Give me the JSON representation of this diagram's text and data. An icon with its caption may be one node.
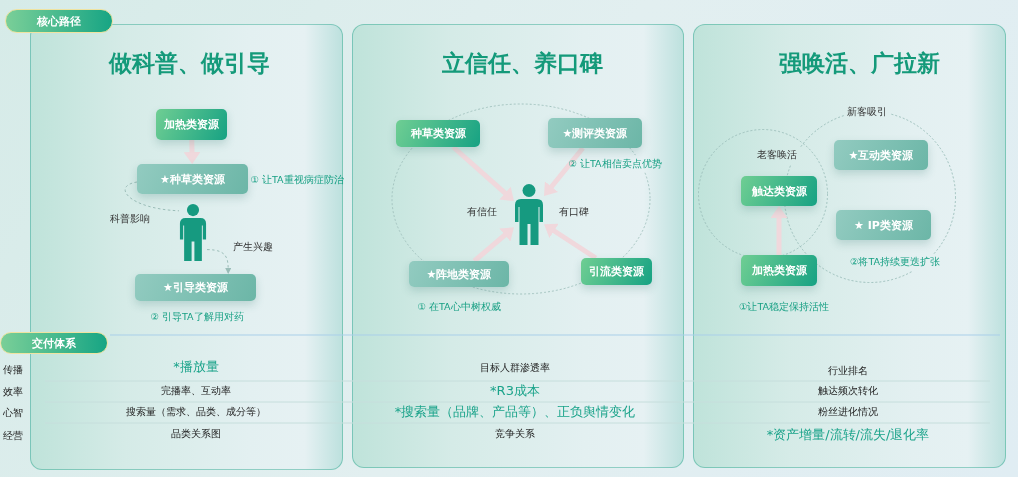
{
  "diagram": {
    "nodes": [
      {
        "text": [
          "核心路径"
        ]
      },
      {
        "text": [
          "做科普、做引导"
        ]
      },
      {
        "text": [
          "加热类资源"
        ],
        "in": 1
      },
      {
        "text": [
          "★种草类资源"
        ],
        "in": 1,
        "beside": [
          "① 让TA重视病症防治"
        ]
      },
      {
        "text": [],
        "shape": "person",
        "in": 1
      },
      {
        "text": [
          "★引导类资源"
        ],
        "in": 1,
        "beside": [
          "② 引导TA了解用对药"
        ]
      },
      {
        "text": [
          "立信任、养口碑"
        ]
      },
      {
        "text": [
          "种草类资源"
        ],
        "in": 6
      },
      {
        "text": [
          "★测评类资源"
        ],
        "in": 6,
        "beside": [
          "② 让TA相信卖点优势"
        ]
      },
      {
        "text": [],
        "shape": "person",
        "in": 6,
        "beside": [
          "有信任",
          "有口碑"
        ]
      },
      {
        "text": [
          "★阵地类资源"
        ],
        "in": 6,
        "beside": [
          "① 在TA心中树权威"
        ]
      },
      {
        "text": [
          "引流类资源"
        ],
        "in": 6
      },
      {
        "text": [
          "强唤活、广拉新"
        ]
      },
      {
        "text": [
          "新客吸引"
        ],
        "in": 12
      },
      {
        "text": [
          "老客唤活"
        ],
        "in": 12
      },
      {
        "text": [
          "★互动类资源"
        ],
        "in": 13
      },
      {
        "text": [
          "触达类资源"
        ],
        "in": 14
      },
      {
        "text": [
          "★ IP类资源"
        ],
        "in": 13,
        "beside": [
          "②将TA持续更迭扩张"
        ]
      },
      {
        "text": [
          "加热类资源"
        ],
        "in": 12,
        "beside": [
          "①让TA稳定保持活性"
        ]
      },
      {
        "text": [
          "交付体系"
        ]
      }
    ],
    "edges": [
      {
        "from": 2,
        "to": 3,
        "arrow": "to"
      },
      {
        "from": 3,
        "to": 4,
        "arrow": "none",
        "label": "科普影响",
        "style": "dashed",
        "color": "#9bbdb8"
      },
      {
        "from": 4,
        "to": 5,
        "arrow": "to",
        "label": "产生兴趣",
        "style": "dashed",
        "color": "#9bbdb8"
      },
      {
        "from": 7,
        "to": 9,
        "arrow": "to"
      },
      {
        "from": 8,
        "to": 9,
        "arrow": "to"
      },
      {
        "from": 10,
        "to": 9,
        "arrow": "to"
      },
      {
        "from": 11,
        "to": 9,
        "arrow": "to"
      },
      {
        "from": 18,
        "to": 16,
        "arrow": "to"
      }
    ],
    "labels": [
      "传播",
      "*播放量",
      "目标人群渗透率",
      "行业排名",
      "效率",
      "完播率、互动率",
      "*R3成本",
      "触达频次转化",
      "心智",
      "搜索量（需求、品类、成分等）",
      "*搜索量（品牌、产品等）、正负舆情变化",
      "粉丝进化情况",
      "经营",
      "品类关系图",
      "竞争关系",
      "*资产增量/流转/流失/退化率"
    ]
  }
}
